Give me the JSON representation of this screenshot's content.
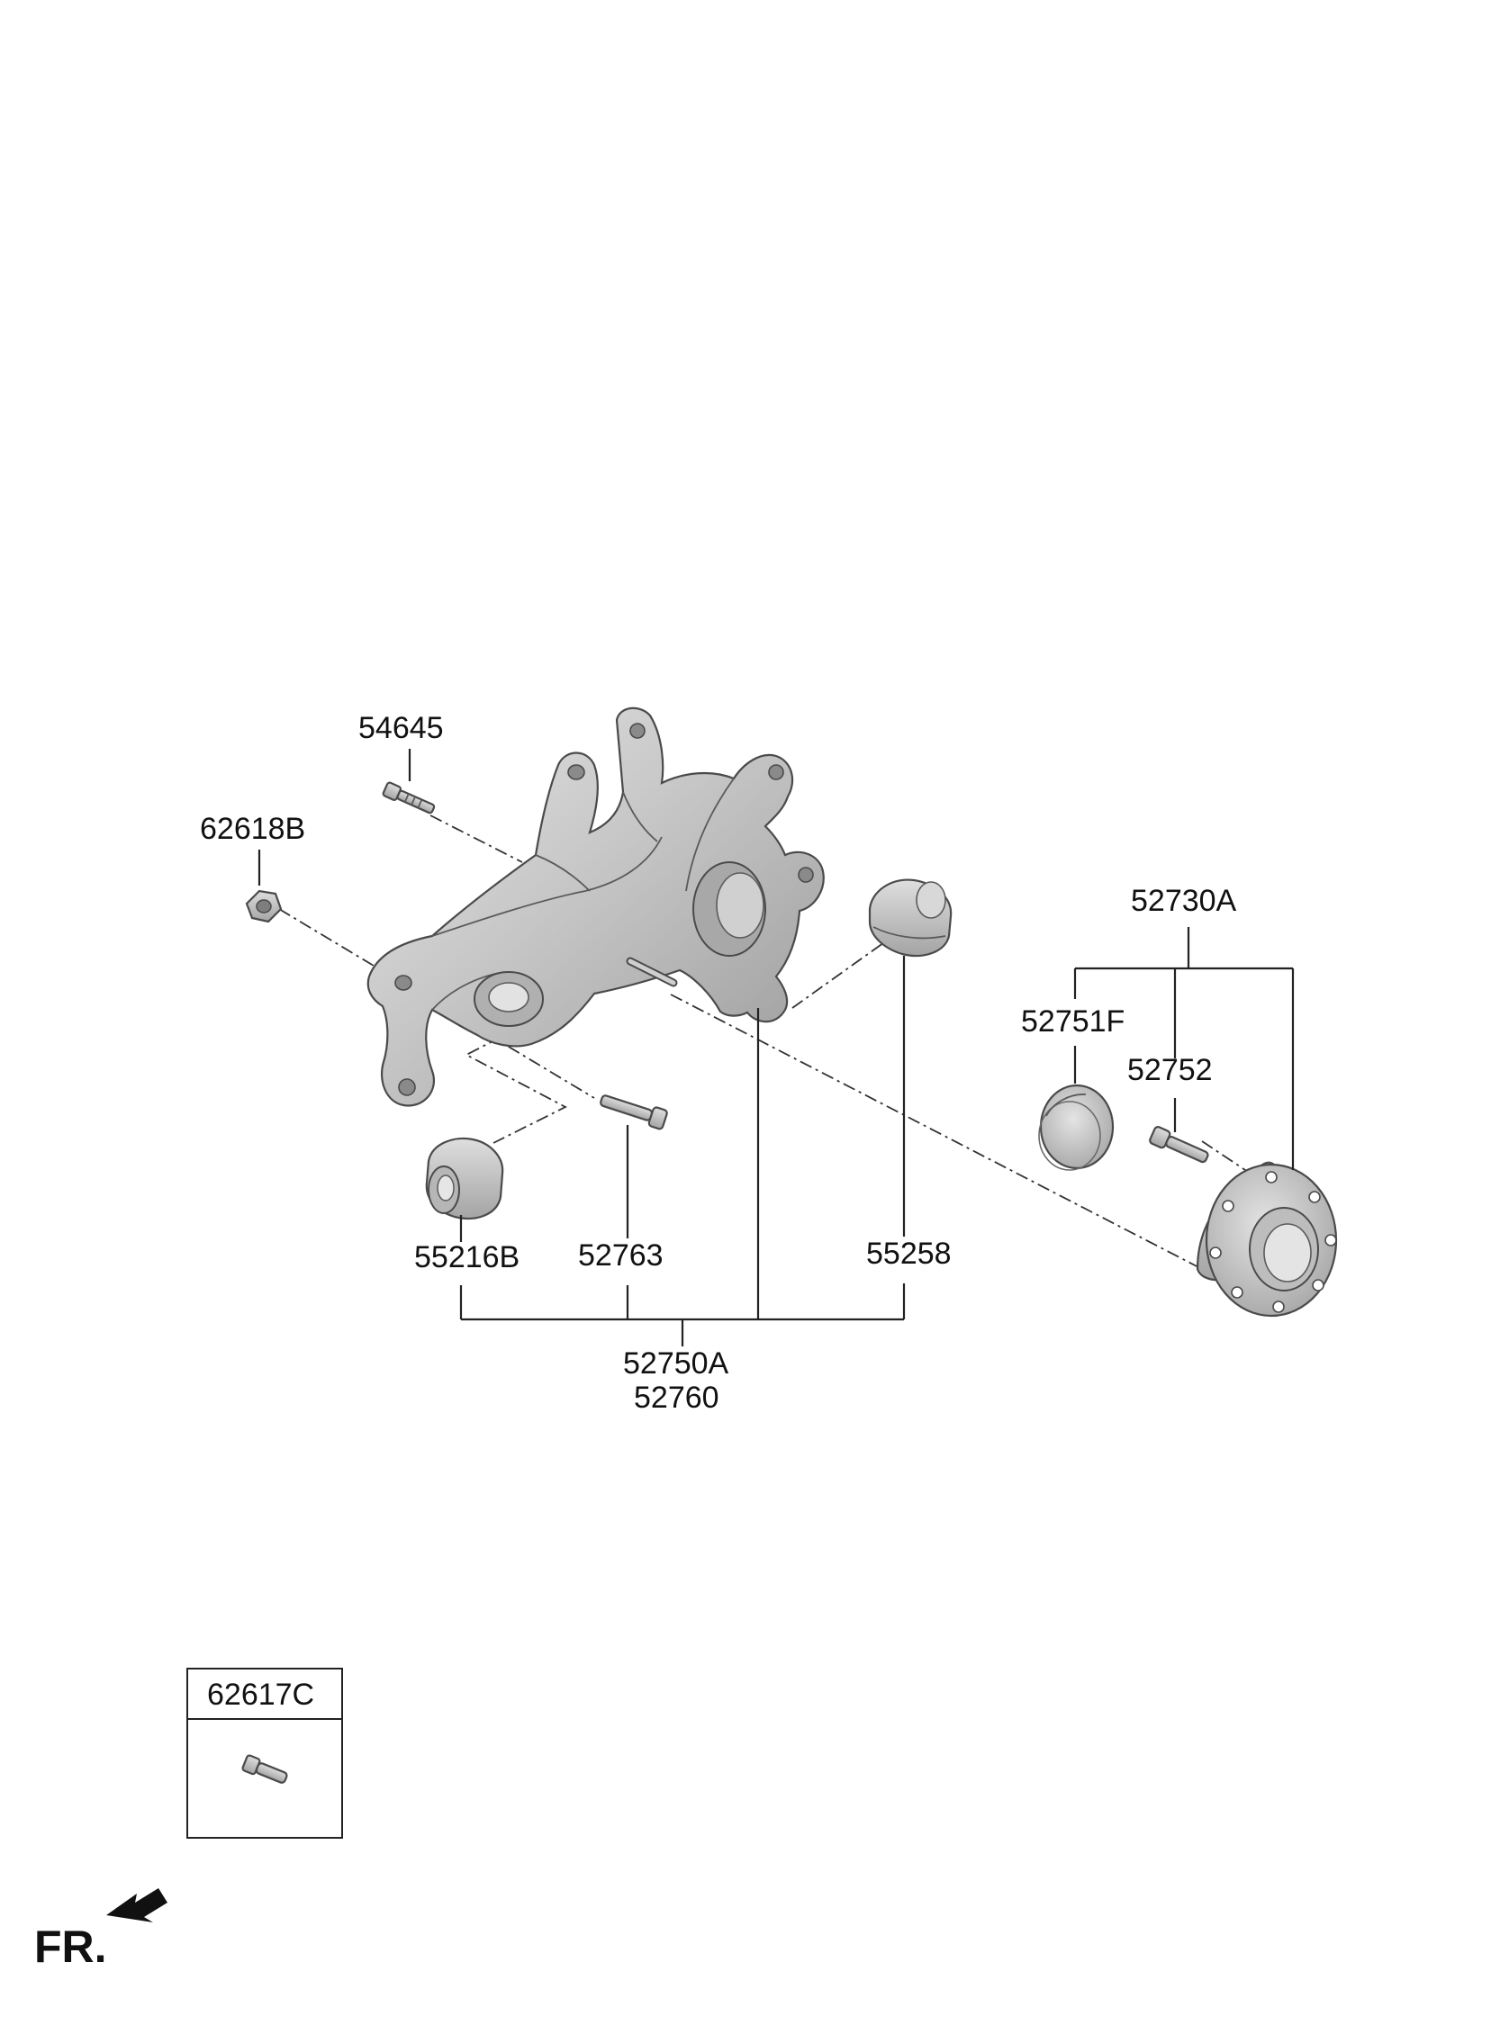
{
  "parts": {
    "p54645": "54645",
    "p62618B": "62618B",
    "p52730A": "52730A",
    "p52751F": "52751F",
    "p52752": "52752",
    "p55216B": "55216B",
    "p52763": "52763",
    "p55258": "55258",
    "p52750A": "52750A",
    "p52760": "52760",
    "p62617C": "62617C"
  },
  "orientation": {
    "label": "FR."
  },
  "colors": {
    "part_fill": "#c9c9c9",
    "part_shadow": "#9e9e9e",
    "part_highlight": "#e8e8e8",
    "line": "#222222"
  }
}
